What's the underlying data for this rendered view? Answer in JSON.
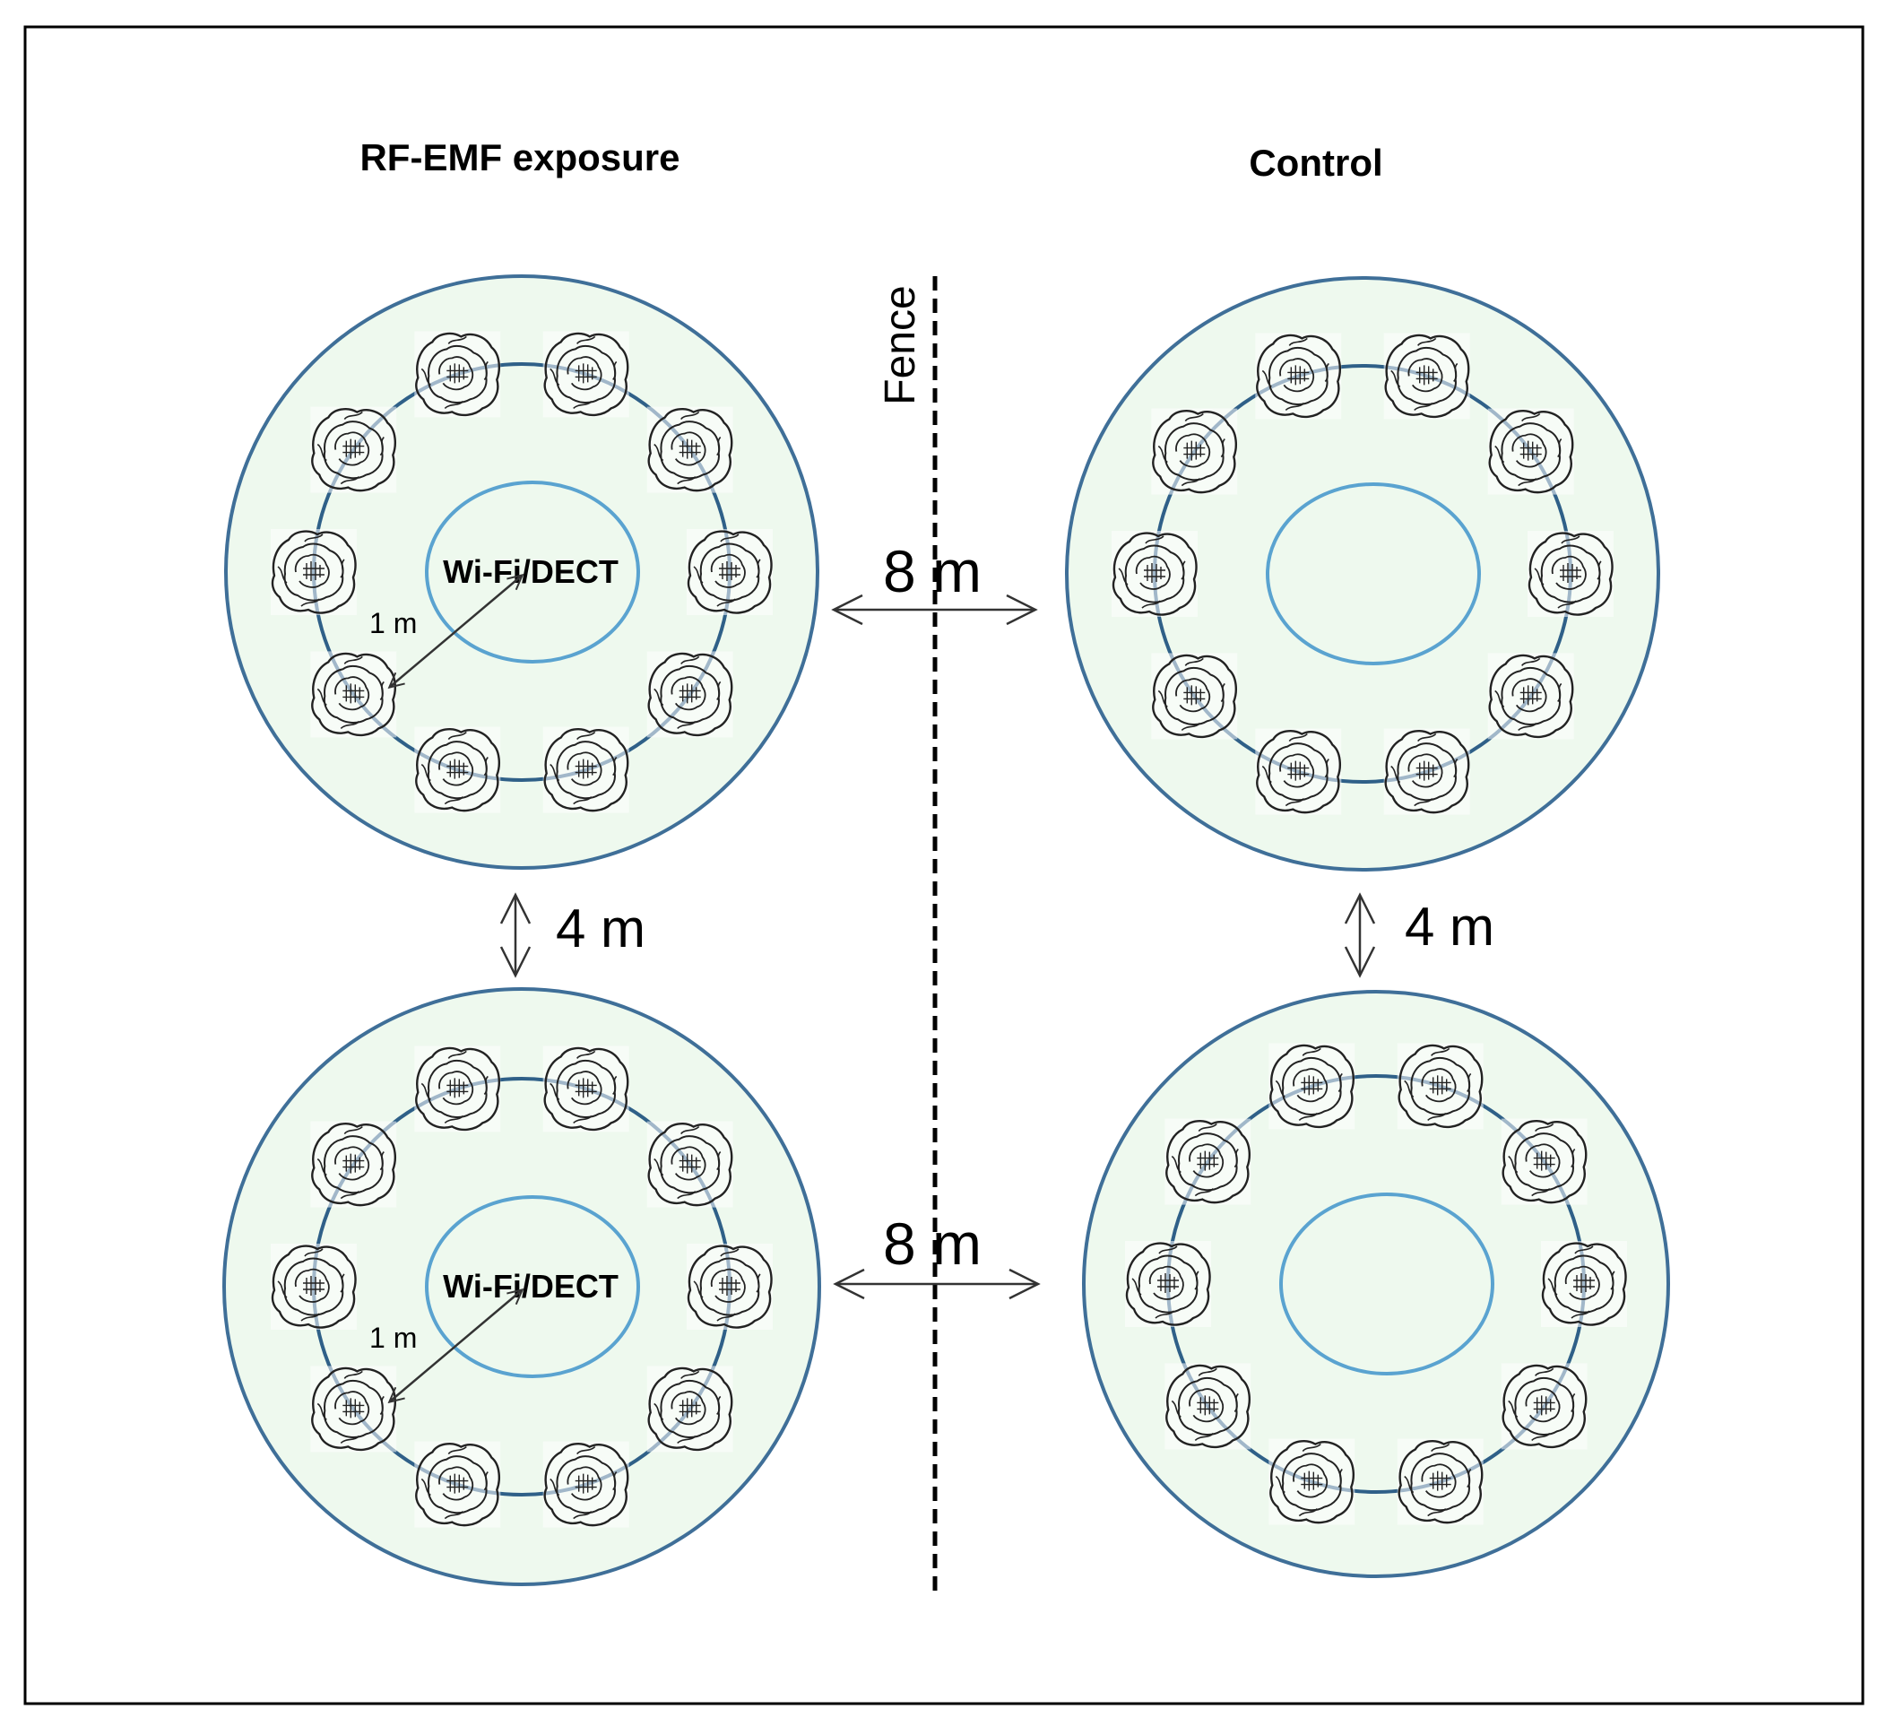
{
  "headings": {
    "exposure": "RF-EMF exposure",
    "control": "Control"
  },
  "fence_label": "Fence",
  "horizontal_distance": "8 m",
  "vertical_distance": "4 m",
  "radius_label": "1 m",
  "source_label": "Wi-Fi/DECT",
  "plants_per_plot": 10,
  "plots": [
    {
      "group": "exposure",
      "has_source": true
    },
    {
      "group": "control",
      "has_source": false
    },
    {
      "group": "exposure",
      "has_source": true
    },
    {
      "group": "control",
      "has_source": false
    }
  ],
  "colors": {
    "plot_fill": "#eef9ee",
    "plot_outline": "#3f6f98",
    "ring_line": "#2f6088",
    "source_outline": "#5aa3d0",
    "arrow": "#333333",
    "text": "#000000",
    "frame": "#000000"
  },
  "icons": {
    "plant": "lettuce-icon"
  }
}
